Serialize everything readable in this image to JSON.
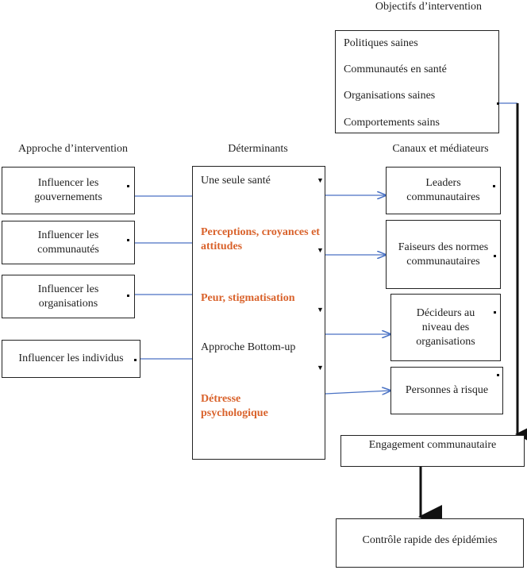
{
  "headings": {
    "objectives": "Objectifs d’intervention",
    "approach": "Approche d’intervention",
    "determinants": "Déterminants",
    "channels": "Canaux et médiateurs"
  },
  "objectives": [
    "Politiques saines",
    "Communautés en santé",
    "Organisations saines",
    "Comportements sains"
  ],
  "approaches": [
    "Influencer les gouvernements",
    "Influencer les communautés",
    "Influencer les organisations",
    "Influencer les individus"
  ],
  "determinants": [
    "Une seule santé",
    "Perceptions, croyances et attitudes",
    "Peur, stigmatisation",
    "Approche Bottom-up",
    "Détresse psychologique"
  ],
  "channels": [
    "Leaders communautaires",
    "Faiseurs des normes communautaires",
    "Décideurs au niveau des organisations",
    "Personnes à risque"
  ],
  "outcomes": {
    "engagement": "Engagement communautaire",
    "control": "Contrôle rapide des épidémies"
  },
  "colors": {
    "connector": "#4a72c4",
    "highlight": "#d9622b",
    "border": "#222222"
  }
}
